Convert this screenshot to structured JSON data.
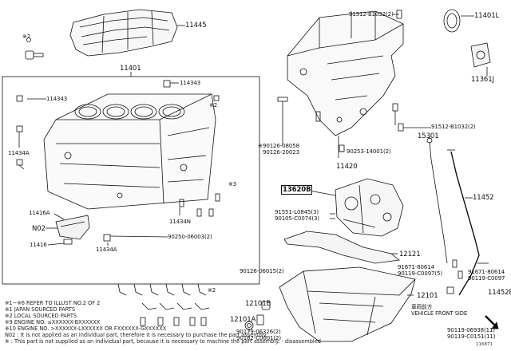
{
  "callouts": {
    "c11445": "11445",
    "c91512_top": "91512-B1032(2)",
    "c11401L": "11401L",
    "c11361J": "11361J",
    "c11401": "11401",
    "c114343_top": "114343",
    "c114343_left": "114343",
    "c11434A": "11434A",
    "c11416A": "11416A",
    "c11434N": "11434N",
    "cN02": "N02",
    "c11416": "11416",
    "c11434A_b": "11434A",
    "c90250": "90250-06003(2)",
    "c90126_08058": "90126-08058",
    "c90126_08058_prefix": "※",
    "c91512_mid": "91512-B1032(2)",
    "c15301": "15301",
    "c90126_20023": "90126-20023",
    "c90253": "90253-14001(2)",
    "c11420": "11420",
    "c13620B": "13620B",
    "c11452": "11452",
    "c91551": "91551-L0845(3)",
    "c90105": "90105-C0074(3)",
    "c12121": "12121",
    "c90126_06015": "90126-06015(2)",
    "c91671_80614": "91671-80614",
    "c90119_00097_a": "90119-C0097(5)",
    "c91671_80614_b": "91671-80614",
    "c90119_00097_b": "90119-C0097",
    "c12101B": "12101B",
    "c12101": "12101",
    "c12101A": "12101A",
    "c90179": "90179-06326(2)",
    "c90182": "90182-C0001(2)",
    "c11452B": "11452B",
    "c90119_06938": "90119-06938(11)",
    "c90119_00151": "90119-C0151(11)",
    "star2": "※2",
    "star2_b": "※2",
    "star2_c": "※2",
    "star3": "※3"
  },
  "notes": [
    "※1~※6 REFER TO ILLUST NO.2 OF 2",
    "※1 JAPAN SOURCED PARTS",
    "※2 LOCAL SOURCED PARTS",
    "※9 ENGINE NO. ≤XXXXXX-BXXXXXX",
    "※10 ENGINE NO. >XXXXXX-LXXXXXX OR FXXXXXX-GXXXXXX",
    "N02 : It is not applied as an individual part, therefore it is necessary to purchase the part assembly.",
    "※ : This part is not supplied as an individual part, because it is necessary to machine the part assembly. - disassembled"
  ],
  "front": {
    "jp": "車両前方",
    "en": "VEHICLE FRONT SIDE"
  },
  "fig_no": "116871"
}
